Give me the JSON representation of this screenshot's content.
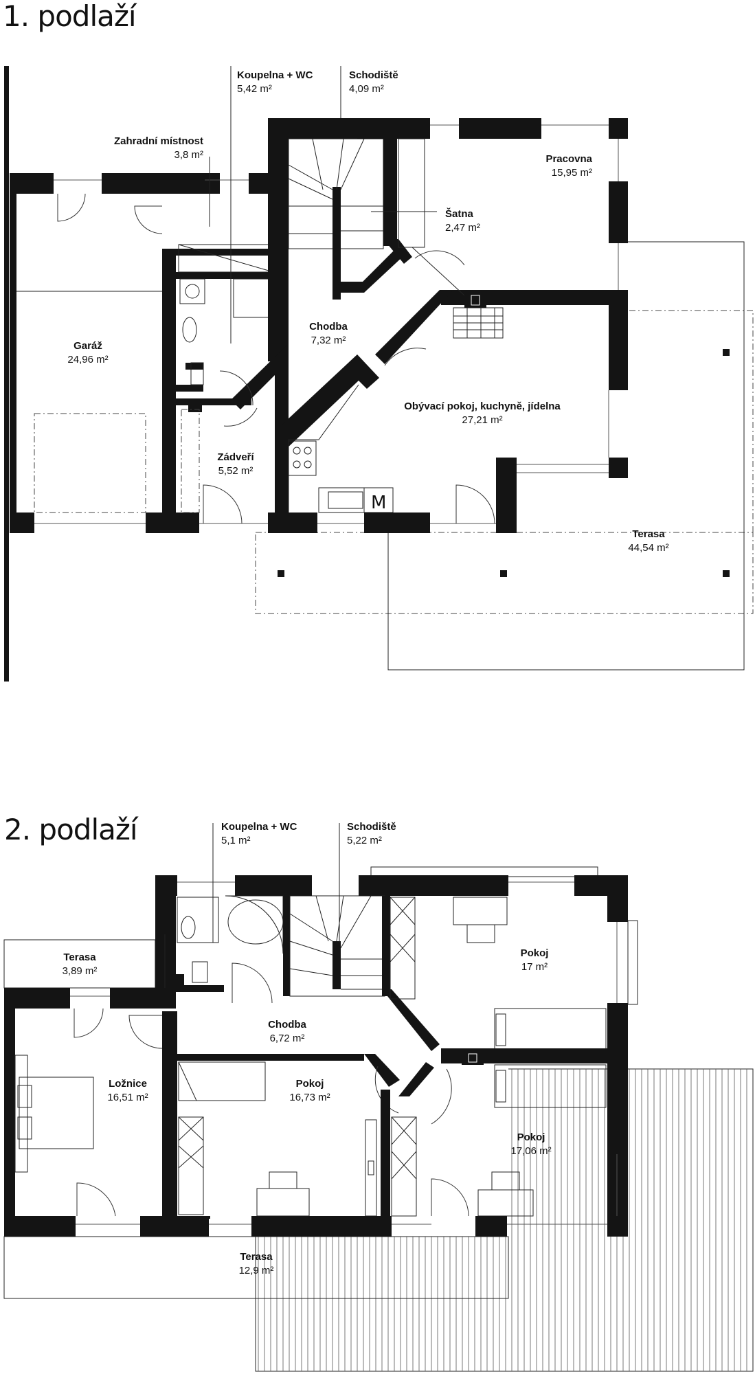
{
  "floors": [
    {
      "title": "1. podlaží",
      "rooms": [
        {
          "name": "Koupelna + WC",
          "area": "5,42 m²"
        },
        {
          "name": "Schodiště",
          "area": "4,09 m²"
        },
        {
          "name": "Zahradní místnost",
          "area": "3,8 m²"
        },
        {
          "name": "Pracovna",
          "area": "15,95 m²"
        },
        {
          "name": "Šatna",
          "area": "2,47 m²"
        },
        {
          "name": "Garáž",
          "area": "24,96 m²"
        },
        {
          "name": "Chodba",
          "area": "7,32 m²"
        },
        {
          "name": "Obývací pokoj, kuchyně, jídelna",
          "area": "27,21 m²"
        },
        {
          "name": "Zádveří",
          "area": "5,52 m²"
        },
        {
          "name": "Terasa",
          "area": "44,54 m²"
        }
      ],
      "fridge_label": "M"
    },
    {
      "title": "2. podlaží",
      "rooms": [
        {
          "name": "Koupelna + WC",
          "area": "5,1 m²"
        },
        {
          "name": "Schodiště",
          "area": "5,22 m²"
        },
        {
          "name": "Terasa",
          "area": "3,89 m²"
        },
        {
          "name": "Pokoj",
          "area": "17 m²"
        },
        {
          "name": "Chodba",
          "area": "6,72 m²"
        },
        {
          "name": "Ložnice",
          "area": "16,51 m²"
        },
        {
          "name": "Pokoj",
          "area": "16,73 m²"
        },
        {
          "name": "Pokoj",
          "area": "17,06 m²"
        },
        {
          "name": "Terasa",
          "area": "12,9 m²"
        }
      ]
    }
  ],
  "colors": {
    "wall": "#141414",
    "line": "#222222",
    "background": "#ffffff"
  }
}
